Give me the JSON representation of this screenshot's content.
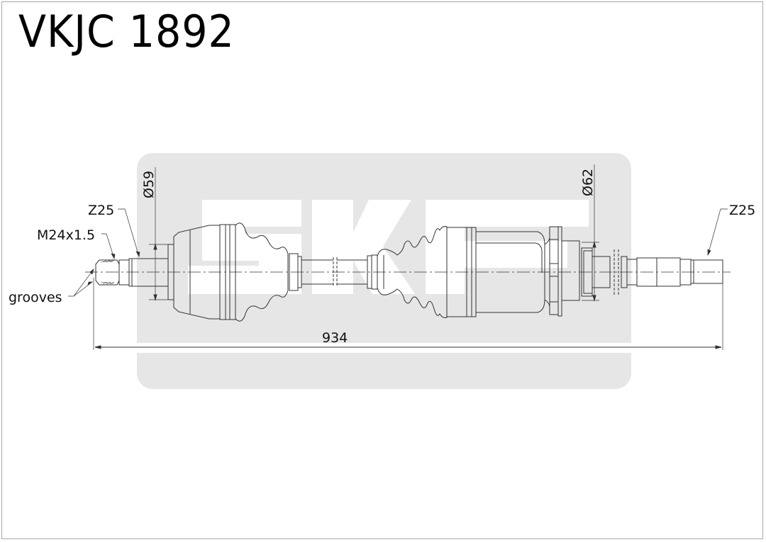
{
  "title": "VKJC 1892",
  "watermark": {
    "text": "SKF",
    "background_color": "#e6e6e6",
    "letter_color": "#ffffff"
  },
  "annotations": {
    "left_spline": "Z25",
    "thread": "M24x1.5",
    "grooves": "grooves",
    "left_diameter": "Ø59",
    "right_diameter": "Ø62",
    "right_spline": "Z25",
    "overall_length": "934"
  },
  "colors": {
    "line": "#333333",
    "border": "#a8a8a8"
  }
}
